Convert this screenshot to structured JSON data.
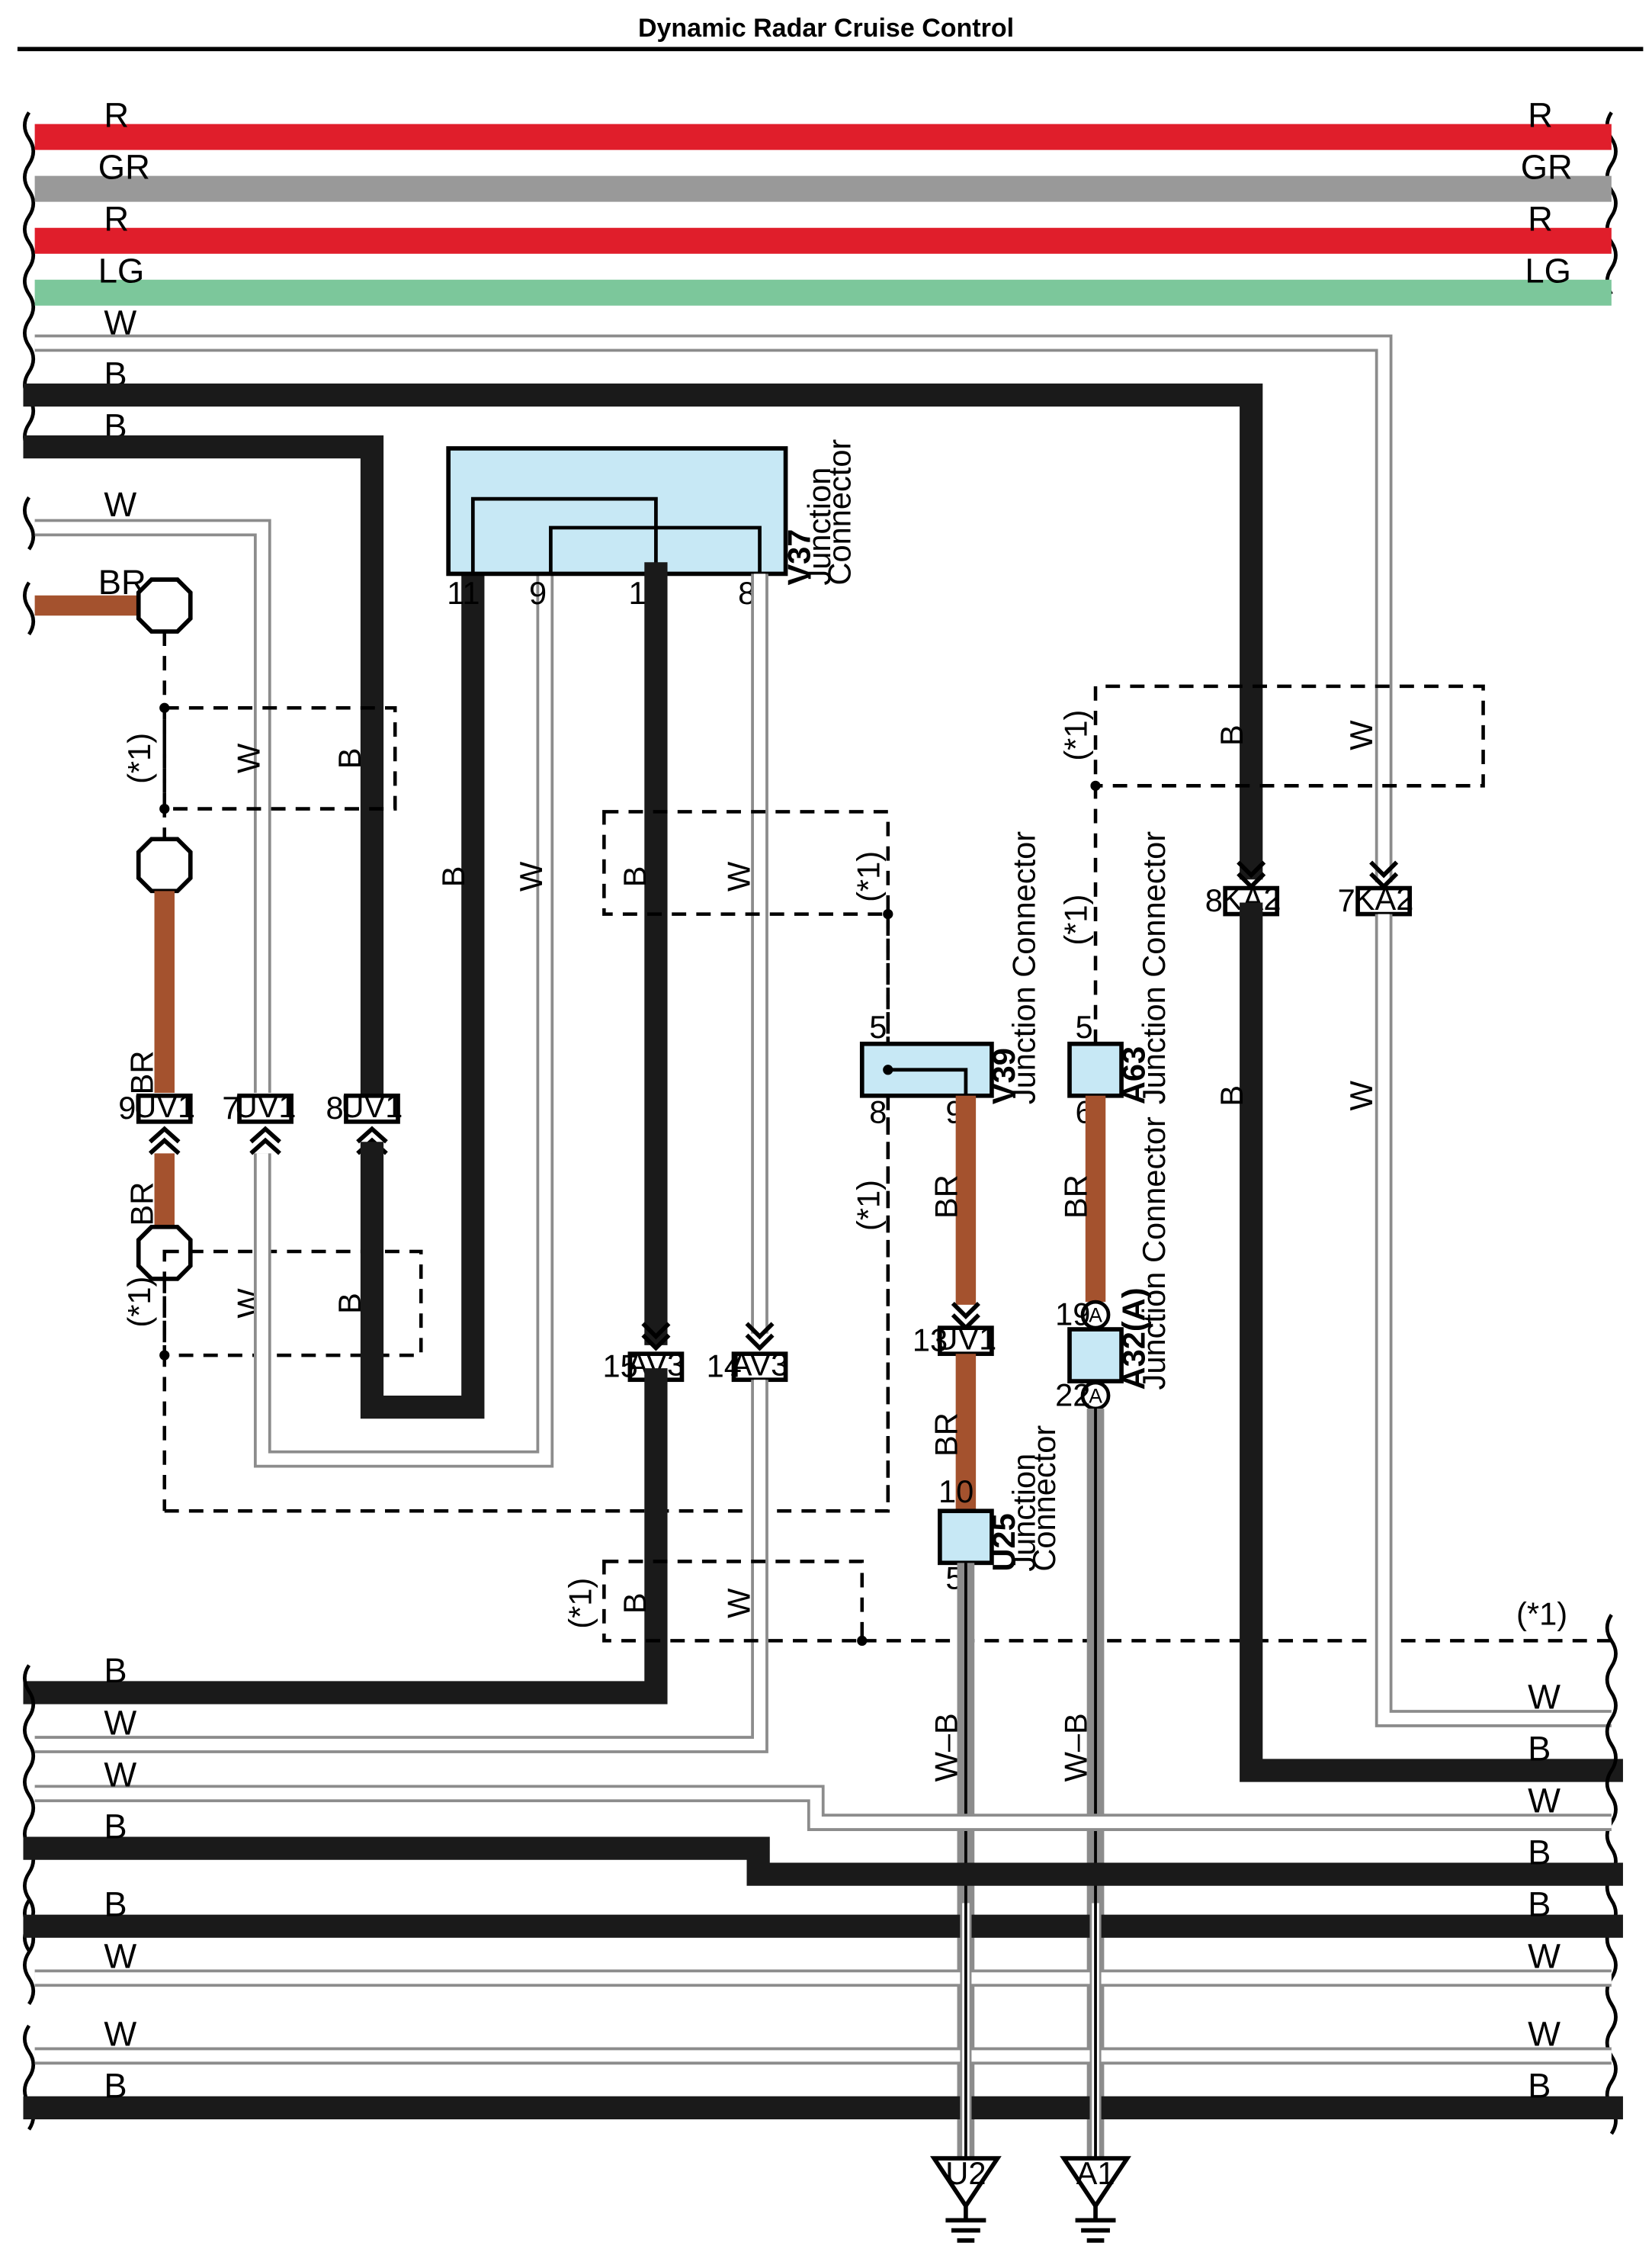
{
  "title": "Dynamic Radar Cruise Control",
  "colors": {
    "R": "#e01e2b",
    "GR": "#999999",
    "LG": "#7cc79b",
    "BR": "#a4522e",
    "B": "#1a1a1a",
    "W": "#ffffff",
    "junction": "#c7e8f5"
  },
  "top_wires": {
    "w1": "R",
    "w2": "GR",
    "w3": "R",
    "w4": "LG",
    "w5": "W",
    "w6": "B",
    "w7": "B",
    "w8": "W",
    "w9": "BR"
  },
  "bottom_wires": {
    "left_b1": "B",
    "left_w1": "W",
    "left_w2": "W",
    "left_b2": "B",
    "left_b3": "B",
    "left_w3": "W",
    "left_w4": "W",
    "left_b4": "B",
    "right_w1": "W",
    "right_b1": "B",
    "right_w2": "W",
    "right_b2": "B",
    "right_b3": "B",
    "right_w3": "W",
    "right_w4": "W",
    "right_b4": "B"
  },
  "note": "(*1)",
  "v37": {
    "code": "V37",
    "desc1": "Junction",
    "desc2": "Connector",
    "pins": [
      "11",
      "9",
      "10",
      "8"
    ]
  },
  "v39": {
    "code": "V39",
    "desc": "Junction Connector",
    "pins": [
      "5",
      "8",
      "9"
    ]
  },
  "a63": {
    "code": "A63",
    "desc": "Junction Connector",
    "pins": [
      "5",
      "6"
    ]
  },
  "a32": {
    "code": "A32(A)",
    "desc": "Junction Connector",
    "pins": [
      "19",
      "22"
    ],
    "mark": "A"
  },
  "u25": {
    "code": "U25",
    "desc1": "Junction",
    "desc2": "Connector",
    "pins": [
      "10",
      "5"
    ]
  },
  "connectors": {
    "uv1_9": {
      "pin": "9",
      "name": "UV1"
    },
    "uv1_7": {
      "pin": "7",
      "name": "UV1"
    },
    "uv1_8": {
      "pin": "8",
      "name": "UV1"
    },
    "uv1_13": {
      "pin": "13",
      "name": "UV1"
    },
    "av3_15": {
      "pin": "15",
      "name": "AV3"
    },
    "av3_14": {
      "pin": "14",
      "name": "AV3"
    },
    "ka2_8": {
      "pin": "8",
      "name": "KA2"
    },
    "ka2_7": {
      "pin": "7",
      "name": "KA2"
    }
  },
  "wire_labels": {
    "B": "B",
    "W": "W",
    "BR": "BR",
    "WB": "W–B"
  },
  "grounds": {
    "u2": "U2",
    "a1": "A1"
  }
}
